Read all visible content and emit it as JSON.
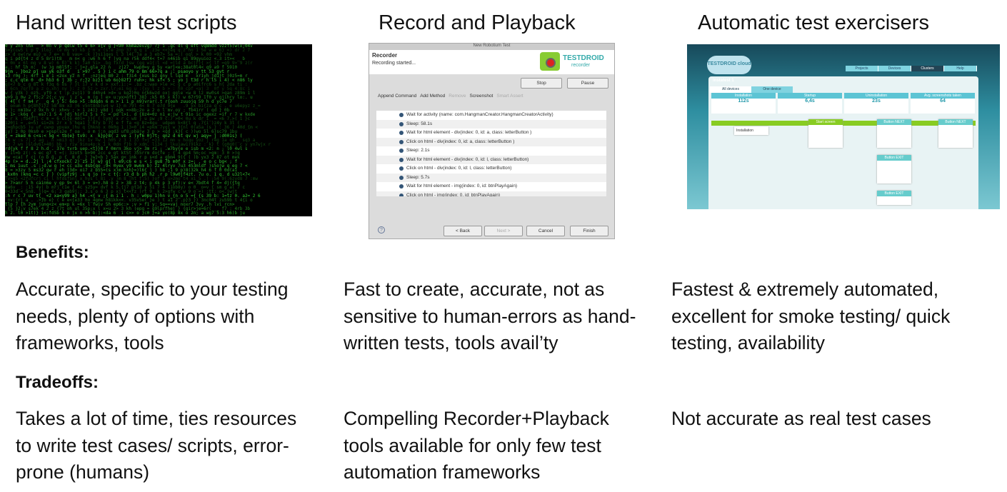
{
  "columns": [
    {
      "heading": "Hand written test scripts",
      "benefits": "Accurate, specific to your testing needs, plenty of options with frameworks, tools",
      "tradeoffs": "Takes a lot of time, ties resources to write test cases/ scripts, error-prone (humans)"
    },
    {
      "heading": "Record and Playback",
      "benefits": "Fast to create, accurate, not as sensitive to human-errors as hand-written tests, tools avail’ty",
      "tradeoffs": "Compelling Recorder+Playback tools available for only few test automation frameworks"
    },
    {
      "heading": "Automatic test exercisers",
      "benefits": "Fastest & extremely automated, excellent for smoke testing/ quick testing, availability",
      "tradeoffs": "Not accurate as real test cases"
    }
  ],
  "labels": {
    "benefits": "Benefits:",
    "tradeoffs": "Tradeoffs:"
  },
  "recorder": {
    "window_title": "New Robotium Test",
    "title": "Recorder",
    "status": "Recording started...",
    "logo_title": "TESTDROID",
    "logo_sub": "recorder",
    "stop": "Stop",
    "pause": "Pause",
    "tools": [
      "Append Command",
      "Add Method",
      "Remove",
      "Screenshot",
      "Smart Assert"
    ],
    "steps": [
      "Wait for activity (name: com.HangmanCreator.HangmanCreatorActivity)",
      "Sleep: 58.1s",
      "Wait for html element - div(index: 0, id: a, class: letterButton )",
      "Click on html - div(index: 0, id: a, class: letterButton )",
      "Sleep: 2.1s",
      "Wait for html element - div(index: 0, id: l, class: letterButton)",
      "Click on html - div(index: 0, id: l, class: letterButton)",
      "Sleep: 5.7s",
      "Wait for html element - img(index: 0, id: btnPlayAgain)",
      "Click on html - img(index: 0, id: btnPlayAgain)"
    ],
    "back": "< Back",
    "next": "Next >",
    "cancel": "Cancel",
    "finish": "Finish"
  },
  "testdroid": {
    "logo": "TESTDROID cloud",
    "nav": [
      "Projects",
      "Devices",
      "Clusters",
      "Help"
    ],
    "project": "Instatest 1",
    "tabs": [
      "All devices",
      "One device"
    ],
    "stats": [
      {
        "label": "Installation",
        "value": "112s"
      },
      {
        "label": "Startup",
        "value": "6,4s"
      },
      {
        "label": "Uninstallation",
        "value": "23s"
      },
      {
        "label": "Avg. screenshots taken",
        "value": "64"
      }
    ],
    "nodes": [
      "Installation",
      "Start screen",
      "Button NEXT",
      "Button NEXT",
      "Button EXIT",
      "Button EXIT"
    ]
  }
}
